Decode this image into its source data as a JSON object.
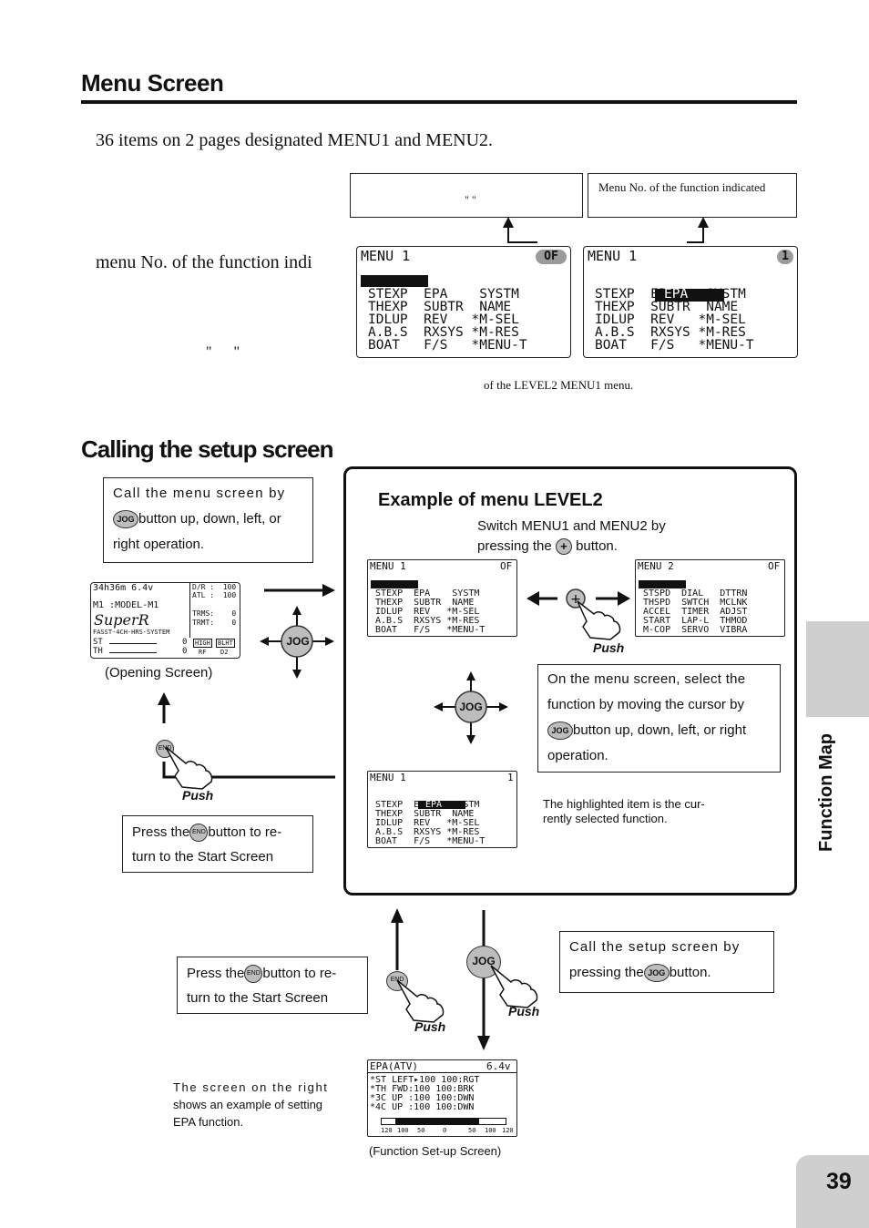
{
  "section1": {
    "title": "Menu Screen",
    "intro": "36 items on 2 pages designated MENU1 and MENU2.",
    "left_text": "menu No. of the function indi",
    "quote_marks": "\"      \"",
    "callout_left_quotes": "\"    \"",
    "callout_right": "Menu No. of the function indicated",
    "lcd_caption": "of the LEVEL2 MENU1 menu."
  },
  "lcd_menu1_of": {
    "header": "MENU 1",
    "badge": "OF",
    "rows": [
      "STEXP  EPA    SYSTM",
      "THEXP  SUBTR  NAME",
      "IDLUP  REV   *M-SEL",
      "A.B.S  RXSYS *M-RES",
      "BOAT   F/S   *MENU-T"
    ]
  },
  "lcd_menu1_1": {
    "header": "MENU 1",
    "badge": "1",
    "rows": [
      "STEXP  EPA    SYSTM",
      "THEXP  SUBTR  NAME",
      "IDLUP  REV   *M-SEL",
      "A.B.S  RXSYS *M-RES",
      "BOAT   F/S   *MENU-T"
    ]
  },
  "section2": {
    "title": "Calling the setup screen",
    "call_menu_line1": "Call the menu screen by",
    "call_menu_line2": "button up, down, left, or",
    "call_menu_line3": "right operation.",
    "opening_caption": "(Opening Screen)",
    "push": "Push",
    "press_end_line1": "Press the",
    "press_end_line1b": "button to re-",
    "press_end_line2": "turn to the Start Screen",
    "example_title": "Example of menu LEVEL2",
    "switch_line1": "Switch MENU1 and MENU2 by",
    "switch_line2a": "pressing the",
    "switch_line2b": "button.",
    "select_line1": "On the menu screen, select the",
    "select_line2": "function by moving the cursor by",
    "select_line3": "button up, down, left, or right",
    "select_line4": "operation.",
    "highlighted_line1": "The highlighted item is the cur-",
    "highlighted_line2": "rently selected function.",
    "call_setup_line1": "Call the setup screen by",
    "call_setup_line2a": "pressing the",
    "call_setup_line2b": "button.",
    "right_example_line1": "The screen on the right",
    "right_example_line2": "shows an example of setting",
    "right_example_line3": "EPA function.",
    "setup_caption": "(Function Set-up Screen)",
    "jog_label": "JOG",
    "end_label": "END",
    "plus_label": "+"
  },
  "opening_lcd": {
    "row1": "34h36m 6.4v",
    "row1r1": "D/R :  100",
    "row1r2": "ATL :  100",
    "row2": "M1 :MODEL-M1",
    "row2r1": "TRMS:    0",
    "row2r2": "TRMT:    0",
    "logo": "SuperR",
    "sub": "FASST-4CH-HRS-SYSTEM",
    "st": "ST",
    "th": "TH",
    "zero": "0",
    "high": "HIGH",
    "blht": "BLHT",
    "rf": "RF",
    "d2": "D2"
  },
  "lcd_ex_menu1": {
    "header": "MENU 1",
    "badge": "OF",
    "rows": [
      "STEXP  EPA    SYSTM",
      "THEXP  SUBTR  NAME",
      "IDLUP  REV   *M-SEL",
      "A.B.S  RXSYS *M-RES",
      "BOAT   F/S   *MENU-T"
    ]
  },
  "lcd_ex_menu2": {
    "header": "MENU 2",
    "badge": "OF",
    "rows": [
      "STSPD  DIAL   DTTRN",
      "THSPD  SWTCH  MCLNK",
      "ACCEL  TIMER  ADJST",
      "START  LAP-L  THMOD",
      "M-COP  SERVO  VIBRA"
    ]
  },
  "lcd_ex_sel": {
    "header": "MENU 1",
    "badge": "1",
    "rows": [
      "STEXP  EPA    SYSTM",
      "THEXP  SUBTR  NAME",
      "IDLUP  REV   *M-SEL",
      "A.B.S  RXSYS *M-RES",
      "BOAT   F/S   *MENU-T"
    ]
  },
  "lcd_epa": {
    "header": "EPA(ATV)",
    "volt": "6.4v",
    "rows": [
      "*ST LEFT▸100 100:RGT",
      "*TH FWD:100 100:BRK",
      "*3C UP :100 100:DWN",
      "*4C UP :100 100:DWN"
    ],
    "scale": [
      "120",
      "100",
      "50",
      "0",
      "50",
      "100",
      "120"
    ]
  },
  "side_tab": "Function Map",
  "page_number": "39"
}
